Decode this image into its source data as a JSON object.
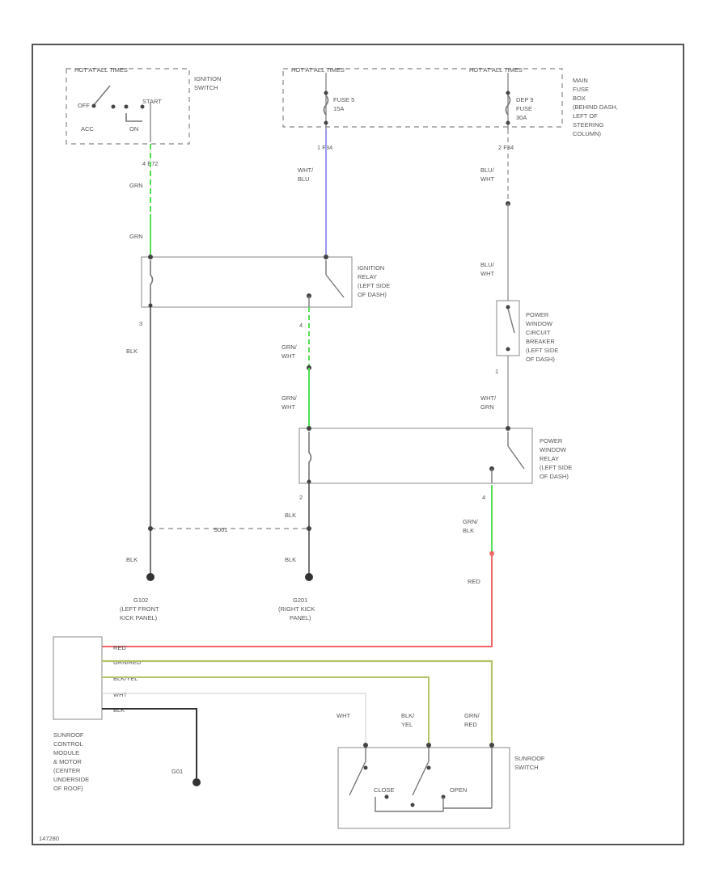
{
  "labels": {
    "hot_at_all_times_1": "HOT AT ALL TIMES",
    "hot_at_all_times_2": "HOT AT ALL TIMES",
    "hot_at_all_times_3": "HOT AT ALL TIMES",
    "ignition_switch": [
      "IGNITION",
      "SWITCH"
    ],
    "sw_off": "OFF",
    "sw_start": "START",
    "sw_acc": "ACC",
    "sw_on": "ON",
    "fuse_5": [
      "FUSE 5",
      "15A"
    ],
    "dep_9_fuse": [
      "DEP 9",
      "FUSE",
      "30A"
    ],
    "main_fuse_box": [
      "MAIN",
      "FUSE",
      "BOX",
      "(BEHIND DASH,",
      "LEFT OF",
      "STEERING",
      "COLUMN)"
    ],
    "pin_4_e72": "4  E72",
    "pin_1_f34": "1  F34",
    "pin_2_f34": "2  F34",
    "wire_grn_1": "GRN",
    "wire_grn_2": "GRN",
    "wire_wht_blu": [
      "WHT/",
      "BLU"
    ],
    "wire_blu_wht_1": [
      "BLU/",
      "WHT"
    ],
    "wire_blu_wht_2": [
      "BLU/",
      "WHT"
    ],
    "ignition_relay": [
      "IGNITION",
      "RELAY",
      "(LEFT SIDE",
      "OF DASH)"
    ],
    "pin_3": "3",
    "pin_4a": "4",
    "pin_1": "1",
    "pin_2": "2",
    "pin_4b": "4",
    "wire_blk_1": "BLK",
    "wire_grn_wht_1": [
      "GRN/",
      "WHT"
    ],
    "wire_grn_wht_2": [
      "GRN/",
      "WHT"
    ],
    "pw_circuit_breaker": [
      "POWER",
      "WINDOW",
      "CIRCUIT",
      "BREAKER",
      "(LEFT SIDE",
      "OF DASH)"
    ],
    "wire_wht_grn": [
      "WHT/",
      "GRN"
    ],
    "pw_relay": [
      "POWER",
      "WINDOW",
      "RELAY",
      "(LEFT SIDE",
      "OF DASH)"
    ],
    "wire_blk_2": "BLK",
    "wire_grn_blk": [
      "GRN/",
      "BLK"
    ],
    "splice": "S001",
    "wire_blk_3": "BLK",
    "wire_blk_4": "BLK",
    "wire_red": "RED",
    "g102": [
      "G102",
      "(LEFT FRONT",
      "KICK PANEL)"
    ],
    "g201": [
      "G201",
      "(RIGHT KICK",
      "PANEL)"
    ],
    "module_wires": [
      "RED",
      "GRN/RED",
      "BLK/YEL",
      "WHT",
      "BLK"
    ],
    "sunroof_module": [
      "SUNROOF",
      "CONTROL",
      "MODULE",
      "& MOTOR",
      "(CENTER",
      "UNDERSIDE",
      "OF ROOF)"
    ],
    "g_module": "G01",
    "sw_wire_wht": "WHT",
    "sw_wire_blk_yel": [
      "BLK/",
      "YEL"
    ],
    "sw_wire_grn_red": [
      "GRN/",
      "RED"
    ],
    "sunroof_switch": [
      "SUNROOF",
      "SWITCH"
    ],
    "sw_close": "CLOSE",
    "sw_open": "OPEN",
    "figure_code": "147280"
  },
  "colors": {
    "green": "#55dd55",
    "blue": "#9999ee",
    "red": "#ee6666",
    "olive": "#b5c46a",
    "light_gray": "#dddddd",
    "black": "#333333"
  }
}
